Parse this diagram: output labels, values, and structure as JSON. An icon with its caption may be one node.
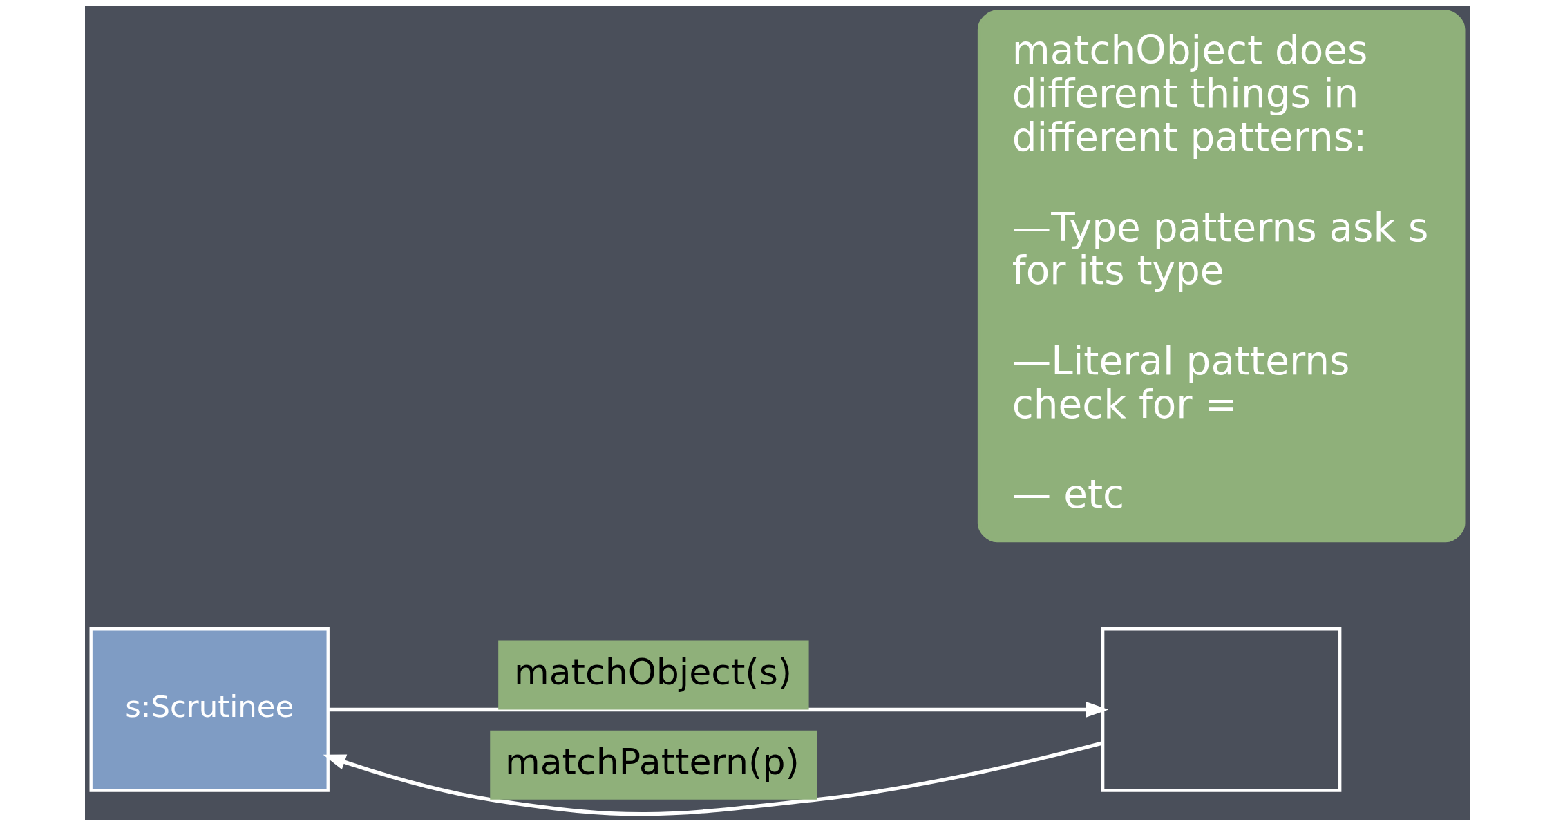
{
  "diagram": {
    "nodes": [
      {
        "text": [
          "s:Scrutinee"
        ]
      },
      {
        "text": [],
        "shape": "box"
      },
      {
        "text": [
          "matchObject does different things in different patterns:",
          "—Type patterns ask s for its type",
          "—Literal patterns check for =",
          "— etc"
        ]
      }
    ],
    "edges": [
      {
        "from": 0,
        "to": 1,
        "arrow": "to",
        "label": "matchObject(s)"
      },
      {
        "from": 1,
        "to": 0,
        "arrow": "to",
        "label": "matchPattern(p)"
      }
    ]
  }
}
